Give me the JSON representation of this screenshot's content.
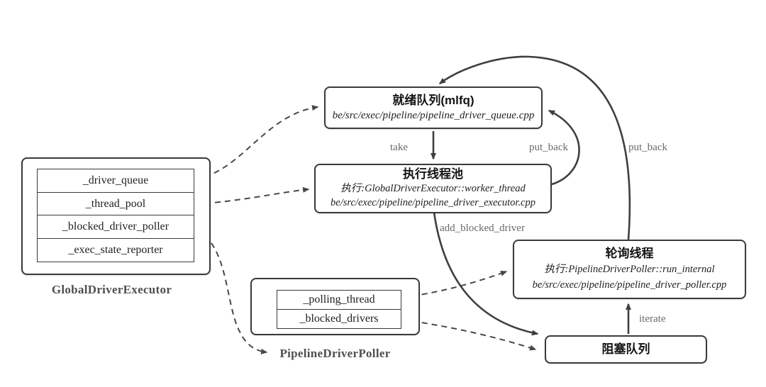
{
  "nodes": {
    "ready_queue": {
      "title": "就绪队列(mlfq)",
      "path": "be/src/exec/pipeline/pipeline_driver_queue.cpp"
    },
    "executor_pool": {
      "title": "执行线程池",
      "exec": "执行:GlobalDriverExecutor::worker_thread",
      "path": "be/src/exec/pipeline/pipeline_driver_executor.cpp"
    },
    "poller_thread": {
      "title": "轮询线程",
      "exec": "执行:PipelineDriverPoller::run_internal",
      "path": "be/src/exec/pipeline/pipeline_driver_poller.cpp"
    },
    "blocked_queue": {
      "title": "阻塞队列"
    },
    "global_driver_executor": {
      "label": "GlobalDriverExecutor",
      "fields": [
        "_driver_queue",
        "_thread_pool",
        "_blocked_driver_poller",
        "_exec_state_reporter"
      ]
    },
    "pipeline_driver_poller": {
      "label": "PipelineDriverPoller",
      "fields": [
        "_polling_thread",
        "_blocked_drivers"
      ]
    }
  },
  "edges": {
    "take": "take",
    "put_back_executor": "put_back",
    "put_back_poller": "put_back",
    "add_blocked_driver": "add_blocked_driver",
    "iterate": "iterate"
  },
  "colors": {
    "background": "#ffffff",
    "box_border": "#3a3a3a",
    "box_fill": "#ffffff",
    "arrow": "#3f3f3f",
    "edge_label": "#6a6a6a",
    "title_text": "#141414",
    "class_label": "#4f4f4f"
  }
}
